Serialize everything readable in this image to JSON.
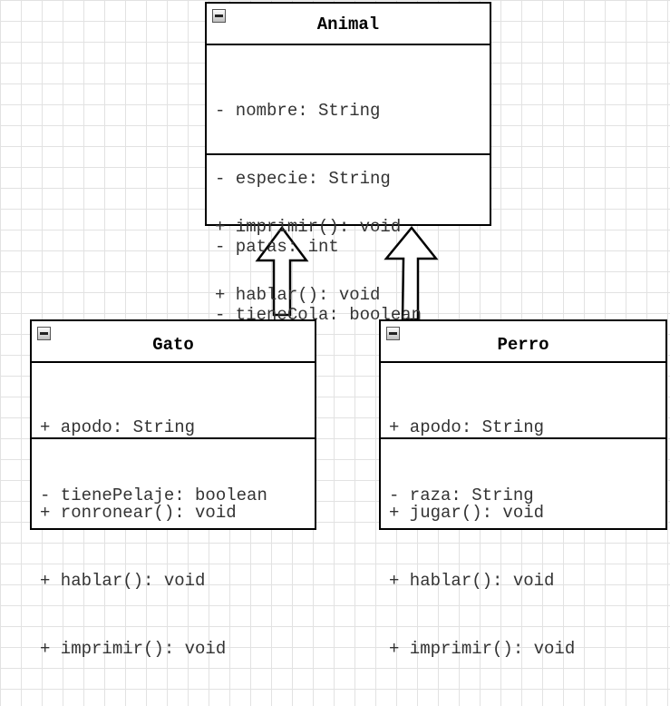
{
  "diagram": {
    "classes": {
      "animal": {
        "name": "Animal",
        "attributes": [
          "- nombre: String",
          "- especie: String",
          "- patas: int",
          "- tieneCola: boolean"
        ],
        "methods": [
          "+ imprimir(): void",
          "+ hablar(): void"
        ]
      },
      "gato": {
        "name": "Gato",
        "attributes": [
          "+ apodo: String",
          "- tienePelaje: boolean"
        ],
        "methods": [
          "+ ronronear(): void",
          "+ hablar(): void",
          "+ imprimir(): void"
        ]
      },
      "perro": {
        "name": "Perro",
        "attributes": [
          "+ apodo: String",
          "- raza: String"
        ],
        "methods": [
          "+ jugar(): void",
          "+ hablar(): void",
          "+ imprimir(): void"
        ]
      }
    },
    "relationships": [
      {
        "type": "inheritance",
        "from": "Gato",
        "to": "Animal"
      },
      {
        "type": "inheritance",
        "from": "Perro",
        "to": "Animal"
      }
    ]
  }
}
